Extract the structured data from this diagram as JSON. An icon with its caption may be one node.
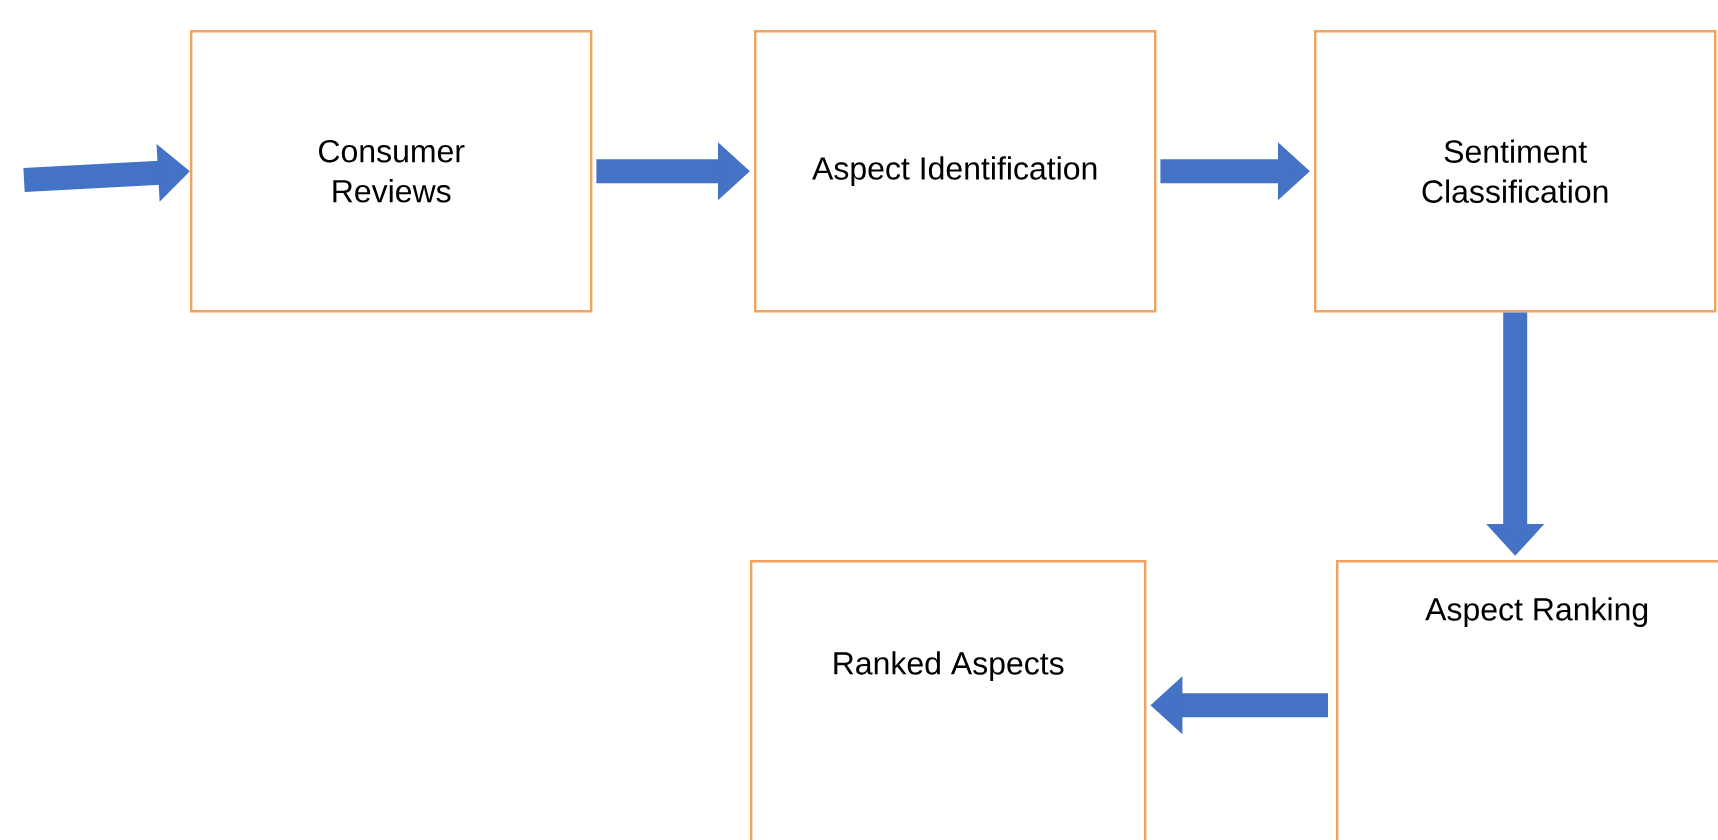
{
  "diagram": {
    "nodes": [
      {
        "text": [
          "Consumer Reviews"
        ]
      },
      {
        "text": [
          "Aspect Identification"
        ]
      },
      {
        "text": [
          "Sentiment Classification"
        ]
      },
      {
        "text": [
          "Aspect Ranking"
        ]
      },
      {
        "text": [
          "Ranked Aspects"
        ]
      }
    ],
    "edges": [
      {
        "from": null,
        "to": 0,
        "arrow": "to"
      },
      {
        "from": 0,
        "to": 1,
        "arrow": "to"
      },
      {
        "from": 1,
        "to": 2,
        "arrow": "to"
      },
      {
        "from": 2,
        "to": 3,
        "arrow": "to"
      },
      {
        "from": 3,
        "to": 4,
        "arrow": "to"
      }
    ]
  }
}
